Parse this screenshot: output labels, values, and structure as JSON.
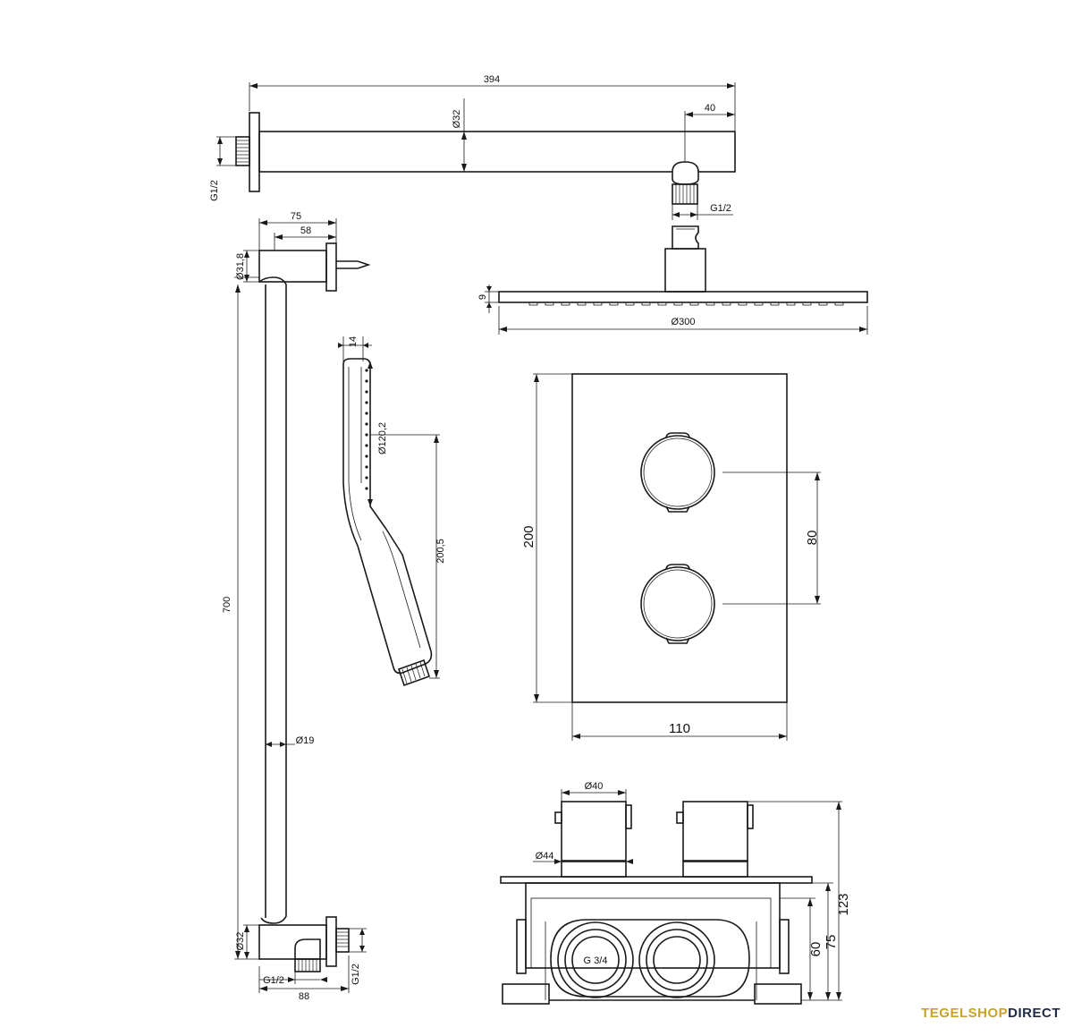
{
  "brand": {
    "part1": "TEGEL",
    "part2": "SHOP",
    "part3": "DIRECT",
    "color_gold": "#c9a227",
    "color_dark": "#1f2a44"
  },
  "dimensions": {
    "arm_length": "394",
    "arm_diameter": "Ø32",
    "arm_offset": "40",
    "arm_thread": "G1/2",
    "arm_connector_thread": "G1/2",
    "head_thickness": "9",
    "head_diameter": "Ø300",
    "bracket_depth_outer": "75",
    "bracket_depth_inner": "58",
    "bracket_diameter": "Ø31,8",
    "rail_length": "700",
    "rail_diameter": "Ø19",
    "bottom_diameter": "Ø32",
    "bottom_thread_left": "G1/2",
    "bottom_depth": "88",
    "bottom_thread_right": "G1/2",
    "handshower_thickness": "14",
    "handshower_diameter": "Ø120,2",
    "handshower_length": "200,5",
    "plate_height": "200",
    "knob_spacing": "80",
    "plate_width": "110",
    "knob_diameter": "Ø40",
    "rosette_diameter": "Ø44",
    "box_total_depth": "123",
    "box_depth": "75",
    "box_inner_depth": "60",
    "box_inlet": "G 3/4"
  }
}
